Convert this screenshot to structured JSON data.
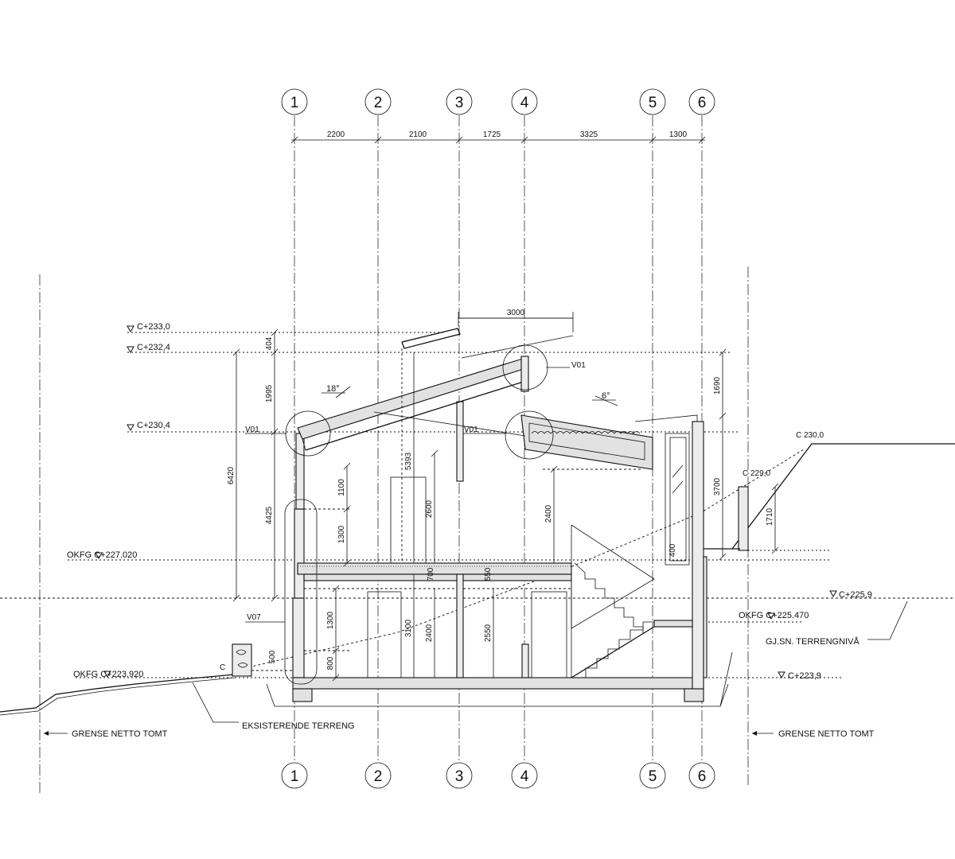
{
  "grid": {
    "axes": [
      "1",
      "2",
      "3",
      "4",
      "5",
      "6"
    ],
    "spacings": [
      "2200",
      "2100",
      "1725",
      "3325",
      "1300"
    ]
  },
  "levels": {
    "c233": "C+233,0",
    "c232": "C+232,4",
    "c230": "C+230,4",
    "okfg227": "OKFG  C+227.020",
    "okfg225": "OKFG  C+225.470",
    "c225_9": "C+225,9",
    "okfg223": "OKFG  C+223.920",
    "c223_9": "C+223,9"
  },
  "dimensions": {
    "d404": "404",
    "d1995": "1995",
    "d6420": "6420",
    "d4425": "4425",
    "d1100": "1100",
    "d1300a": "1300",
    "d5393": "5393",
    "d2600": "2600",
    "d2400a": "2400",
    "d3000": "3000",
    "d1690": "1690",
    "d3700": "3700",
    "d1710": "1710",
    "d400": "400",
    "d700": "700",
    "d550": "550",
    "d1300b": "1300",
    "d3100": "3100",
    "d2400b": "2400",
    "d2550": "2550",
    "d800": "800",
    "d500": "500"
  },
  "angles": {
    "roof_left": "18°",
    "roof_right": "6°"
  },
  "callouts": {
    "v01_top": "V01",
    "v01_left": "V01",
    "v01_mid": "V01",
    "v07": "V07",
    "c": "C"
  },
  "terrain": {
    "c230_0": "C 230,0",
    "c229_0": "C 229,0",
    "average_level": "GJ.SN. TERRENGNIVÅ",
    "existing_terrain": "EKSISTERENDE TERRENG"
  },
  "boundary": {
    "left": "GRENSE NETTO TOMT",
    "right": "GRENSE NETTO TOMT"
  }
}
